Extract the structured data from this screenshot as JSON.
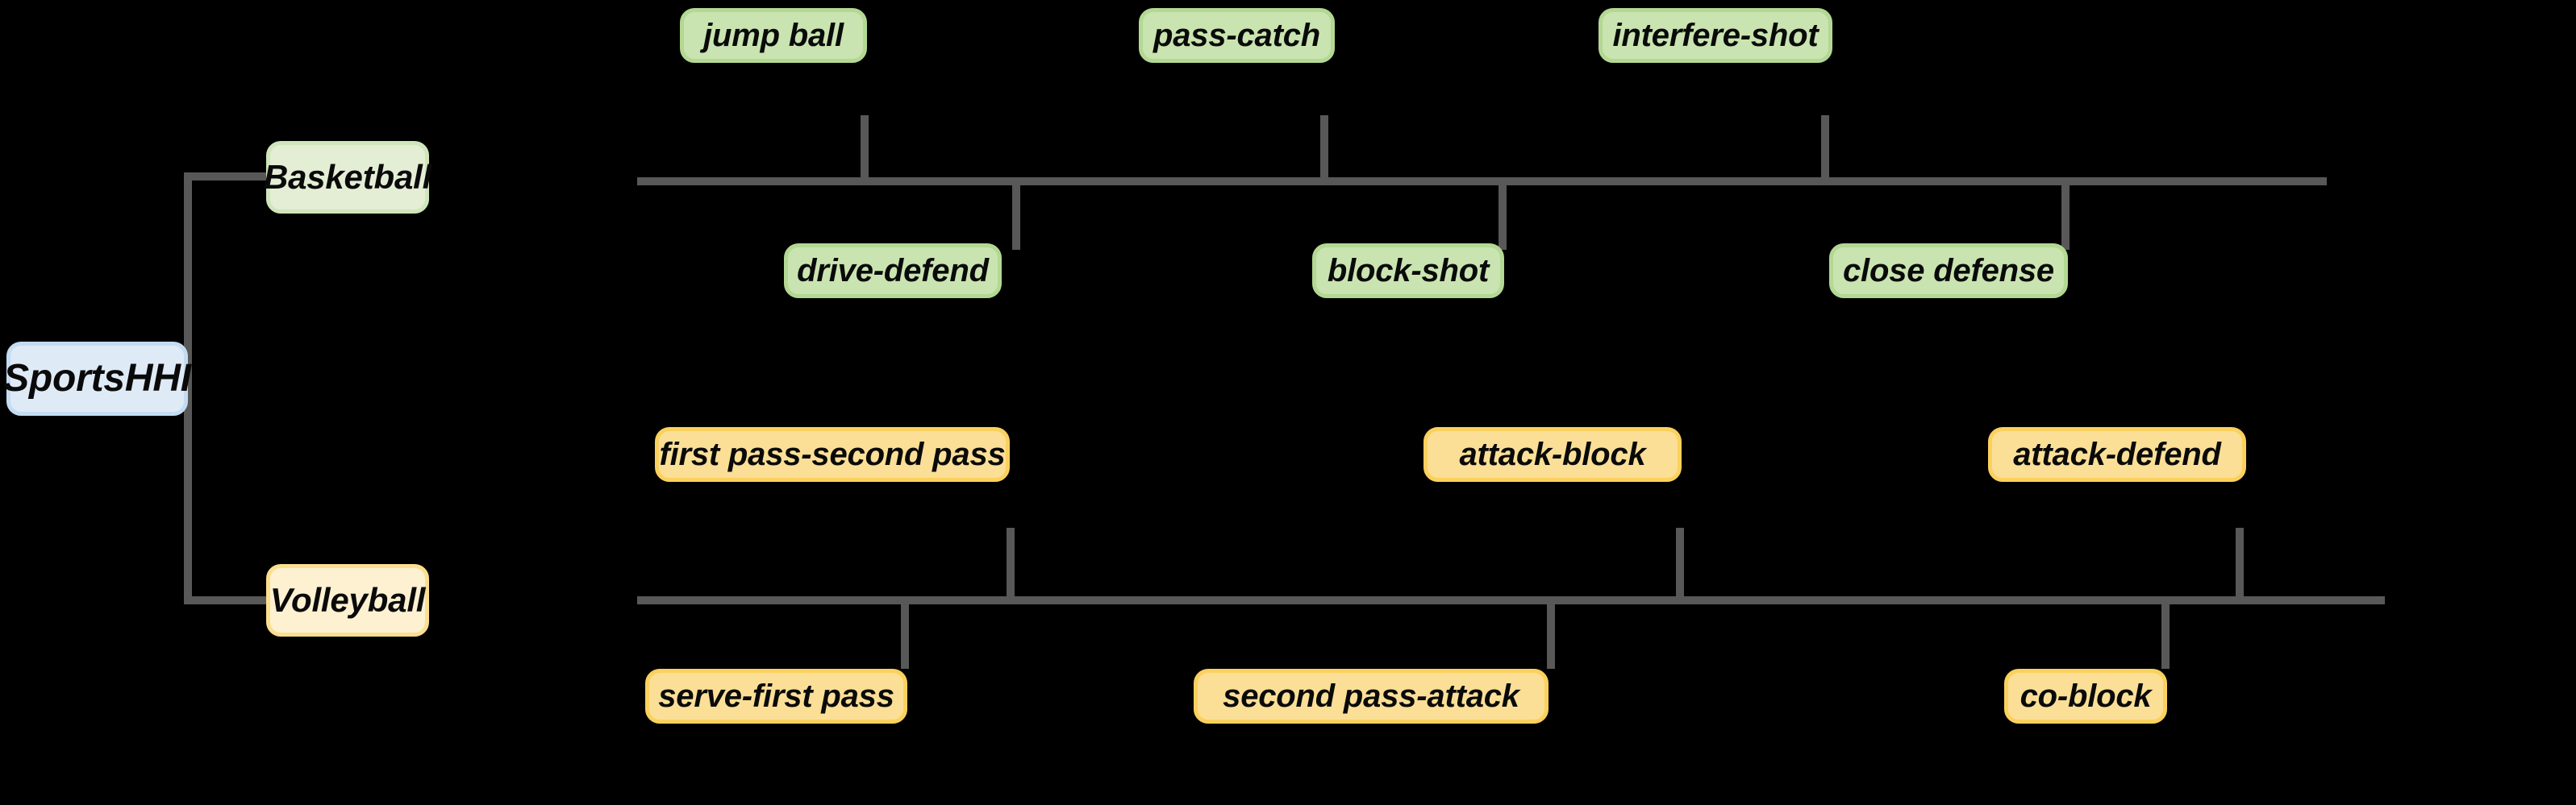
{
  "diagram": {
    "title": "SportsHHI",
    "type": "hierarchy-tree",
    "orientation": "left-to-right",
    "colors": {
      "background": "#000000",
      "edge": "#585858",
      "root_fill": "#dfeaf7",
      "root_border": "#c3dcf2",
      "basketball_fill": "#e3eed5",
      "basketball_border": "#cfe6bb",
      "volleyball_fill": "#fdf1d2",
      "volleyball_border": "#fbdf8e",
      "green_leaf_fill": "#c9e4b0",
      "green_leaf_border": "#b3d893",
      "yellow_leaf_fill": "#fbdf96",
      "yellow_leaf_border": "#fbd15e",
      "text": "#0a0a0a"
    }
  },
  "root": {
    "label": "SportsHHI"
  },
  "branches": [
    {
      "id": "basketball",
      "label": "Basketball",
      "leaves_top": [
        {
          "label": "jump ball"
        },
        {
          "label": "pass-catch"
        },
        {
          "label": "interfere-shot"
        }
      ],
      "leaves_bottom": [
        {
          "label": "drive-defend"
        },
        {
          "label": "block-shot"
        },
        {
          "label": "close defense"
        }
      ]
    },
    {
      "id": "volleyball",
      "label": "Volleyball",
      "leaves_top": [
        {
          "label": "first pass-second pass"
        },
        {
          "label": "attack-block"
        },
        {
          "label": "attack-defend"
        }
      ],
      "leaves_bottom": [
        {
          "label": "serve-first pass"
        },
        {
          "label": "second pass-attack"
        },
        {
          "label": "co-block"
        }
      ]
    }
  ]
}
